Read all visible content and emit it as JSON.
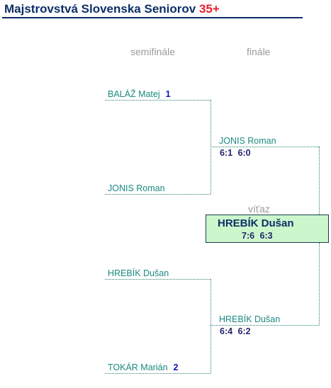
{
  "title": {
    "main": "Majstrovstvá Slovenska Seniorov",
    "accent": "35+"
  },
  "rounds": {
    "semifinal": "semifinále",
    "final": "finále",
    "winner": "víťaz"
  },
  "semifinals": [
    {
      "name": "BALÁŽ Matej",
      "seed": "1"
    },
    {
      "name": "JONIS Roman",
      "seed": ""
    },
    {
      "name": "HREBÍK Dušan",
      "seed": ""
    },
    {
      "name": "TOKÁR Marián",
      "seed": "2"
    }
  ],
  "finals": [
    {
      "name": "JONIS Roman",
      "score": "6:1 6:0"
    },
    {
      "name": "HREBÍK Dušan",
      "score": "6:4 6:2"
    }
  ],
  "champion": {
    "name": "HREBÍK Dušan",
    "score": "7:6 6:3"
  },
  "colors": {
    "title": "#0d2f66",
    "accent": "#e8202a",
    "player": "#1a8a82",
    "seed": "#1414b4",
    "score": "#24246e",
    "winner_bg": "#ccf7cc"
  }
}
